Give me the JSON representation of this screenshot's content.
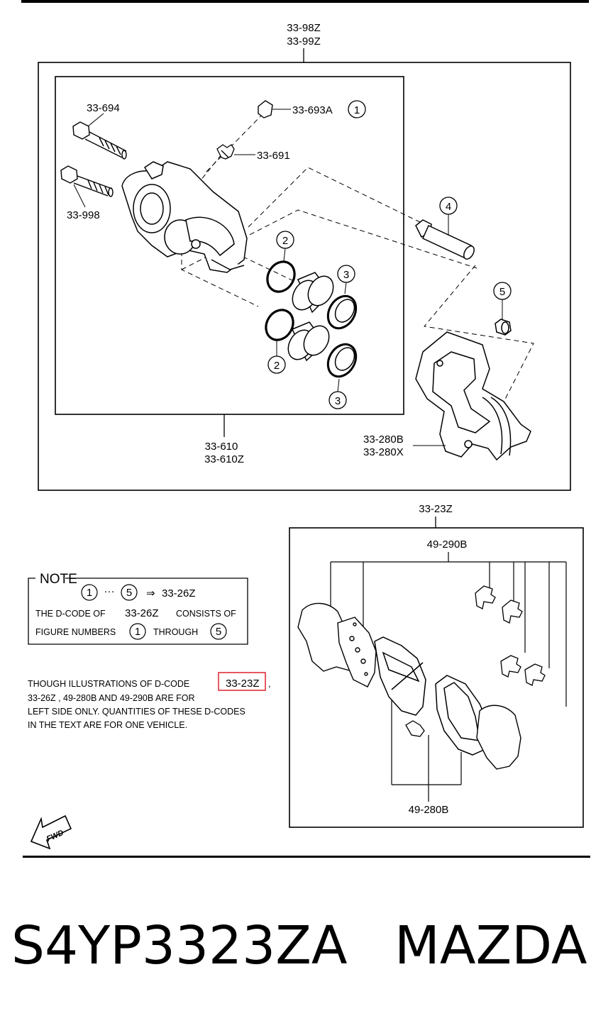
{
  "diagram": {
    "top_labels": {
      "a": "33-98Z",
      "b": "33-99Z"
    },
    "labels": {
      "p33_694": "33-694",
      "p33_998": "33-998",
      "p33_693A": "33-693A",
      "p33_691": "33-691",
      "p33_610": "33-610",
      "p33_610Z": "33-610Z",
      "p33_280B": "33-280B",
      "p33_280X": "33-280X",
      "p33_23Z": "33-23Z",
      "p49_290B": "49-290B",
      "p49_280B": "49-280B"
    },
    "callouts": {
      "c1": "1",
      "c2": "2",
      "c3": "3",
      "c4": "4",
      "c5": "5"
    },
    "note": {
      "title": "NOTE",
      "range_from": "1",
      "range_sep": "···",
      "range_to": "5",
      "arrow": "⇒",
      "range_code": "33-26Z",
      "line2_a": "THE D-CODE OF",
      "line2_code": "33-26Z",
      "line2_b": "CONSISTS OF",
      "line3_a": "FIGURE NUMBERS",
      "line3_n1": "1",
      "line3_b": "THROUGH",
      "line3_n2": "5"
    },
    "paragraph": {
      "l1_a": "THOUGH ILLUSTRATIONS OF D-CODE",
      "l1_code": "33-23Z",
      "l1_b": ",",
      "l2": "33-26Z , 49-280B AND 49-290B ARE FOR",
      "l3": "LEFT SIDE ONLY. QUANTITIES OF THESE D-CODES",
      "l4": "IN THE TEXT ARE FOR ONE VEHICLE."
    },
    "fwd": "FWD",
    "highlight_color": "#e0303a"
  },
  "footer": {
    "part_number": "S4YP3323ZA",
    "brand": "MAZDA"
  }
}
